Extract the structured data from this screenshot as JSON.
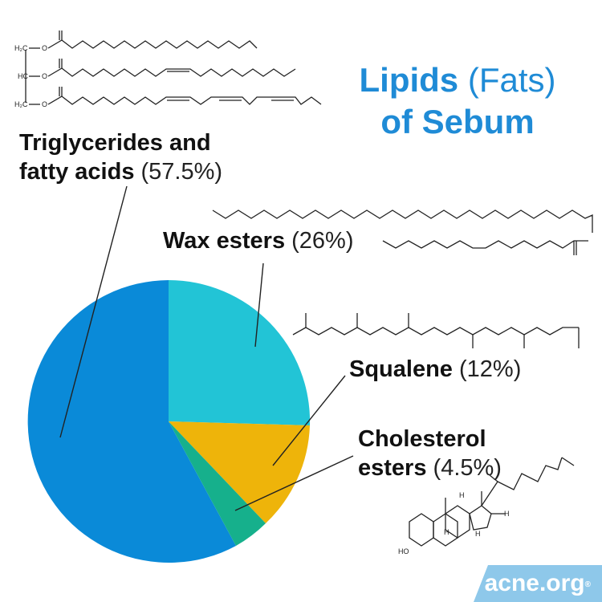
{
  "title": {
    "bold": "Lipids",
    "light": "(Fats)",
    "line2": "of Sebum"
  },
  "chart_data": {
    "type": "pie",
    "title": "Lipids (Fats) of Sebum",
    "categories": [
      "Triglycerides and fatty acids",
      "Wax esters",
      "Squalene",
      "Cholesterol esters"
    ],
    "values": [
      57.5,
      26,
      12,
      4.5
    ],
    "colors": [
      "#0a8ad8",
      "#22c4d6",
      "#eeb40a",
      "#16b08c"
    ],
    "legend_position": "callout-labels"
  },
  "labels": {
    "triglycerides": {
      "name_line1": "Triglycerides and",
      "name_line2": "fatty acids",
      "pct": "(57.5%)"
    },
    "wax": {
      "name": "Wax esters",
      "pct": "(26%)"
    },
    "squalene": {
      "name": "Squalene",
      "pct": "(12%)"
    },
    "cholesterol": {
      "name_line1": "Cholesterol",
      "name_line2": "esters",
      "pct": "(4.5%)"
    }
  },
  "molecules": {
    "triglyceride_atoms": [
      "H₂C",
      "HC",
      "H₂C",
      "O",
      "O",
      "O"
    ],
    "cholesterol_atoms": [
      "HO",
      "H",
      "H",
      "H",
      "H"
    ]
  },
  "logo": {
    "text": "acne.org",
    "mark": "®",
    "color": "#8ec8ea"
  }
}
